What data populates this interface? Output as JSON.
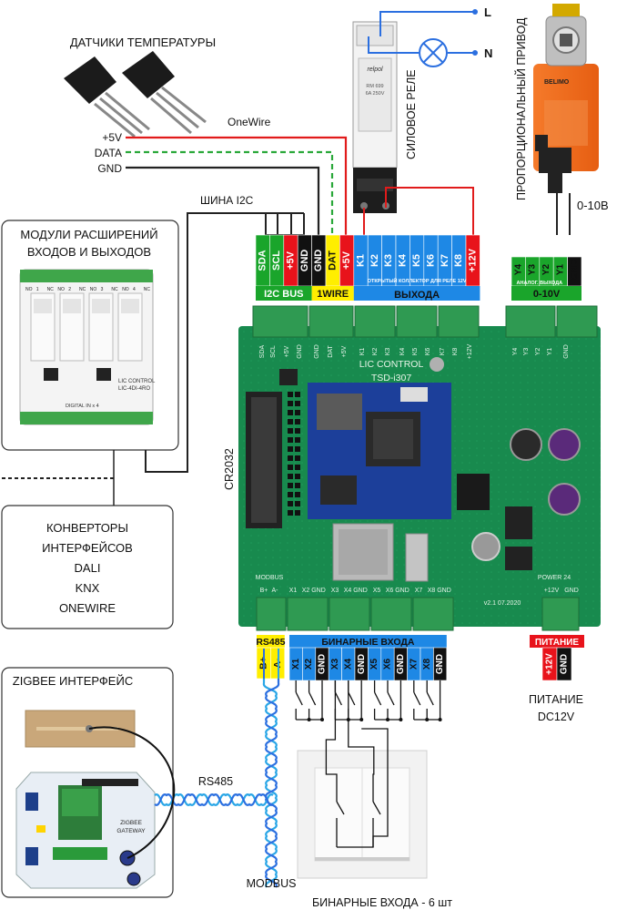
{
  "labels": {
    "temp_sensors": "ДАТЧИКИ ТЕМПЕРАТУРЫ",
    "onewire": "OneWire",
    "plus5v": "+5V",
    "data": "DATA",
    "gnd": "GND",
    "i2c_bus": "ШИНА I2C",
    "modules_line1": "МОДУЛИ РАСШИРЕНИЙ",
    "modules_line2": "ВХОДОВ И ВЫХОДОВ",
    "converters": [
      "КОНВЕРТОРЫ",
      "ИНТЕРФЕЙСОВ",
      "DALI",
      "KNX",
      "ONEWIRE"
    ],
    "zigbee_title": "ZIGBEE ИНТЕРФЕЙС",
    "rs485": "RS485",
    "modbus": "MODBUS",
    "binary_inputs_6": "БИНАРНЫЕ ВХОДА - 6 шт",
    "power_line1": "ПИТАНИЕ",
    "power_line2": "DC12V",
    "relay_vertical": "СИЛОВОЕ РЕЛЕ",
    "actuator_vertical": "ПРОПОРЦИОНАЛЬНЫЙ ПРИВОД",
    "zero_ten_v": "0-10В",
    "l": "L",
    "n": "N",
    "cr2032": "CR2032"
  },
  "terminals": {
    "top_left_pins": [
      "SDA",
      "SCL",
      "+5V",
      "GND",
      "GND",
      "DAT",
      "+5V",
      "K1",
      "K2",
      "K3",
      "K4",
      "K5",
      "K6",
      "K7",
      "K8",
      "+12V"
    ],
    "i2c_bus_label": "I2C BUS",
    "onewire_label": "1WIRE",
    "outputs_title": "ВЫХОДА",
    "outputs_sub": "ОТКРЫТЫЙ КОЛЛЕКТОР ДЛЯ РЕЛЕ 12V",
    "analog_pins": [
      "Y4",
      "Y3",
      "Y2",
      "Y1",
      "GND"
    ],
    "analog_sub": "АНАЛОГ. ВЫХОДА",
    "analog_title": "0-10V",
    "rs485_title": "RS485",
    "rs485_pins": [
      "B+",
      "A-"
    ],
    "binary_title": "БИНАРНЫЕ ВХОДА",
    "binary_pins": [
      "X1",
      "X2",
      "GND",
      "X3",
      "X4",
      "GND",
      "X5",
      "X6",
      "GND",
      "X7",
      "X8",
      "GND"
    ],
    "power_title": "ПИТАНИЕ",
    "power_pins": [
      "+12V",
      "GND"
    ]
  },
  "board": {
    "brand": "LIC CONTROL",
    "model": "TSD-i307",
    "version": "v2.1 07.2020",
    "top_silk": [
      "SDA",
      "SCL",
      "+5V",
      "GND",
      "GND",
      "DAT",
      "+5V",
      "K1",
      "K2",
      "K3",
      "K4",
      "K5",
      "K6",
      "K7",
      "K8",
      "+12V",
      "Y4",
      "Y3",
      "Y2",
      "Y1",
      "GND"
    ],
    "bottom_silk": [
      "MODBUS",
      "B+",
      "A-",
      "X1",
      "X2",
      "GND",
      "X3",
      "X4",
      "GND",
      "X5",
      "X6",
      "GND",
      "X7",
      "X8",
      "GND",
      "POWER 24",
      "+12V",
      "GND"
    ]
  },
  "module_board": {
    "brand": "LIC CONTROL",
    "model": "LIC-4DI-4RO",
    "digital": "DIGITAL IN x 4",
    "relay_header": [
      "NO",
      "1",
      "NC",
      "NO",
      "2",
      "NC",
      "NO",
      "3",
      "NC",
      "NO",
      "4",
      "NC"
    ]
  },
  "zigbee_board": {
    "line1": "ZIGBEE",
    "line2": "GATEWAY"
  },
  "relay": {
    "brand": "relpol",
    "spec1": "RM 699",
    "spec2": "6A 250V"
  },
  "actuator": {
    "brand": "BELIMO"
  },
  "colors": {
    "terminal_green": "#1aa52b",
    "terminal_yellow": "#ffee00",
    "terminal_red": "#e8131b",
    "terminal_blue": "#1e88e5",
    "terminal_black": "#111111",
    "pcb_green": "#17804a",
    "wire_red": "#e11b1b",
    "wire_green": "#2aa83a",
    "wire_blue": "#2b6fe0",
    "wire_light_blue": "#29a6e6"
  }
}
